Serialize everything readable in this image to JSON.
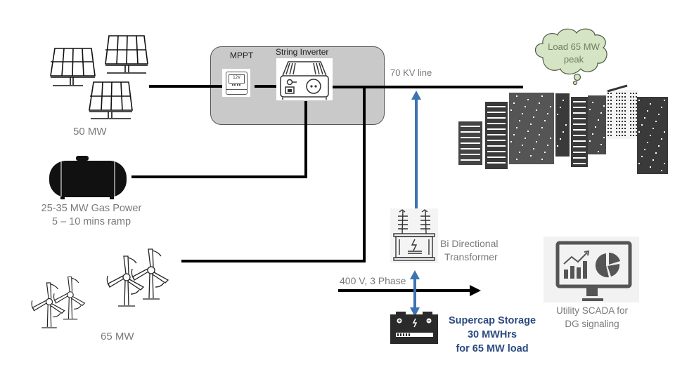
{
  "diagram": {
    "title": "Microgrid with Supercap Storage",
    "nodes": {
      "solar": {
        "label": "50 MW"
      },
      "gas": {
        "label_line1": "25-35 MW Gas Power",
        "label_line2": "5 – 10 mins ramp"
      },
      "wind": {
        "label": "65 MW"
      },
      "mppt": {
        "label": "MPPT",
        "display": "12V"
      },
      "inverter": {
        "label": "String Inverter"
      },
      "line_70kv": {
        "label": "70 KV line"
      },
      "load": {
        "label_line1": "Load 65 MW",
        "label_line2": "peak"
      },
      "transformer": {
        "label_line1": "Bi Directional",
        "label_line2": "Transformer"
      },
      "bus_400v": {
        "label": "400 V, 3 Phase"
      },
      "storage": {
        "label_line1": "Supercap Storage",
        "label_line2": "30 MWHrs",
        "label_line3": "for 65 MW load"
      },
      "scada": {
        "label_line1": "Utility SCADA for",
        "label_line2": "DG signaling"
      }
    },
    "icons": {
      "solar": "solar-panel-icon",
      "gas": "gas-tank-icon",
      "wind": "wind-turbine-icon",
      "mppt": "charge-controller-icon",
      "inverter": "inverter-icon",
      "city": "city-skyline-icon",
      "transformer": "transformer-icon",
      "storage": "battery-icon",
      "scada": "monitor-analytics-icon"
    },
    "colors": {
      "line": "#000000",
      "bidirectional_arrow": "#3e72b0",
      "inverter_box": "#c9c9c9",
      "cloud_fill": "#d5e4c2",
      "cloud_stroke": "#4b5a44",
      "storage_text": "#2b4a80",
      "label_gray": "#7a7a7a"
    }
  }
}
